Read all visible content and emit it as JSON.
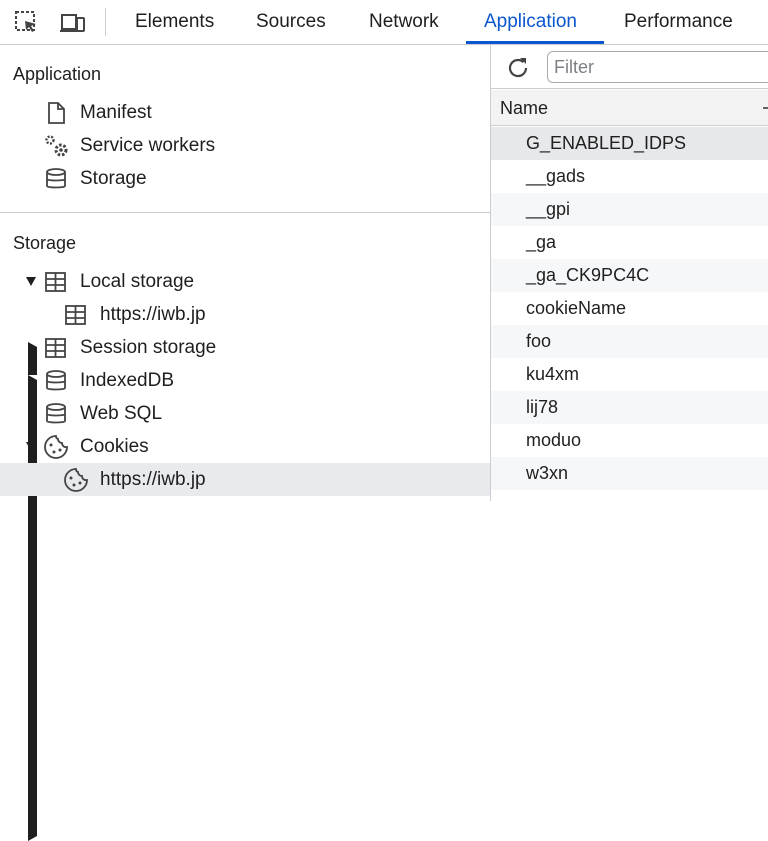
{
  "toolbar": {
    "tabs": [
      "Elements",
      "Sources",
      "Network",
      "Application",
      "Performance"
    ],
    "active_tab": "Application"
  },
  "sidebar": {
    "application_title": "Application",
    "application_items": [
      "Manifest",
      "Service workers",
      "Storage"
    ],
    "storage_title": "Storage",
    "storage_items": {
      "local_storage": "Local storage",
      "local_storage_origin": "https://iwb.jp",
      "session_storage": "Session storage",
      "indexeddb": "IndexedDB",
      "web_sql": "Web SQL",
      "cookies": "Cookies",
      "cookies_origin": "https://iwb.jp"
    }
  },
  "cookies_panel": {
    "filter_placeholder": "Filter",
    "column_name": "Name",
    "rows": [
      "G_ENABLED_IDPS",
      "__gads",
      "__gpi",
      "_ga",
      "_ga_CK9PC4C",
      "cookieName",
      "foo",
      "ku4xm",
      "lij78",
      "moduo",
      "w3xn"
    ]
  },
  "colors": {
    "accent": "#0b57d0",
    "selected_bg": "#e9eaed",
    "divider": "#cbcdd1"
  }
}
